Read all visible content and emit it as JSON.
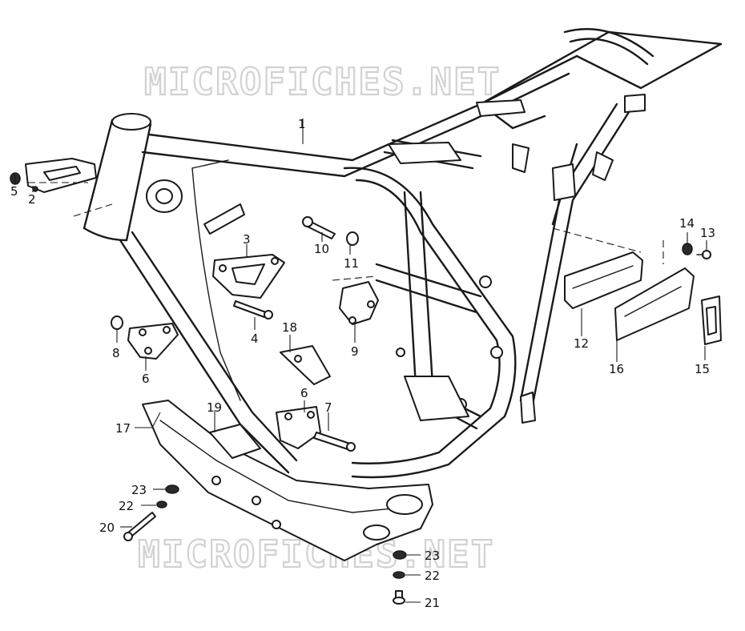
{
  "watermark": {
    "text": "MICROFICHES.NET"
  },
  "callouts": {
    "c1": "1",
    "c2": "2",
    "c3": "3",
    "c4": "4",
    "c5": "5",
    "c6a": "6",
    "c6b": "6",
    "c7": "7",
    "c8": "8",
    "c9": "9",
    "c10": "10",
    "c11": "11",
    "c12": "12",
    "c13": "13",
    "c14": "14",
    "c15": "15",
    "c16": "16",
    "c17": "17",
    "c18": "18",
    "c19": "19",
    "c20": "20",
    "c21": "21",
    "c22a": "22",
    "c22b": "22",
    "c23a": "23",
    "c23b": "23"
  }
}
